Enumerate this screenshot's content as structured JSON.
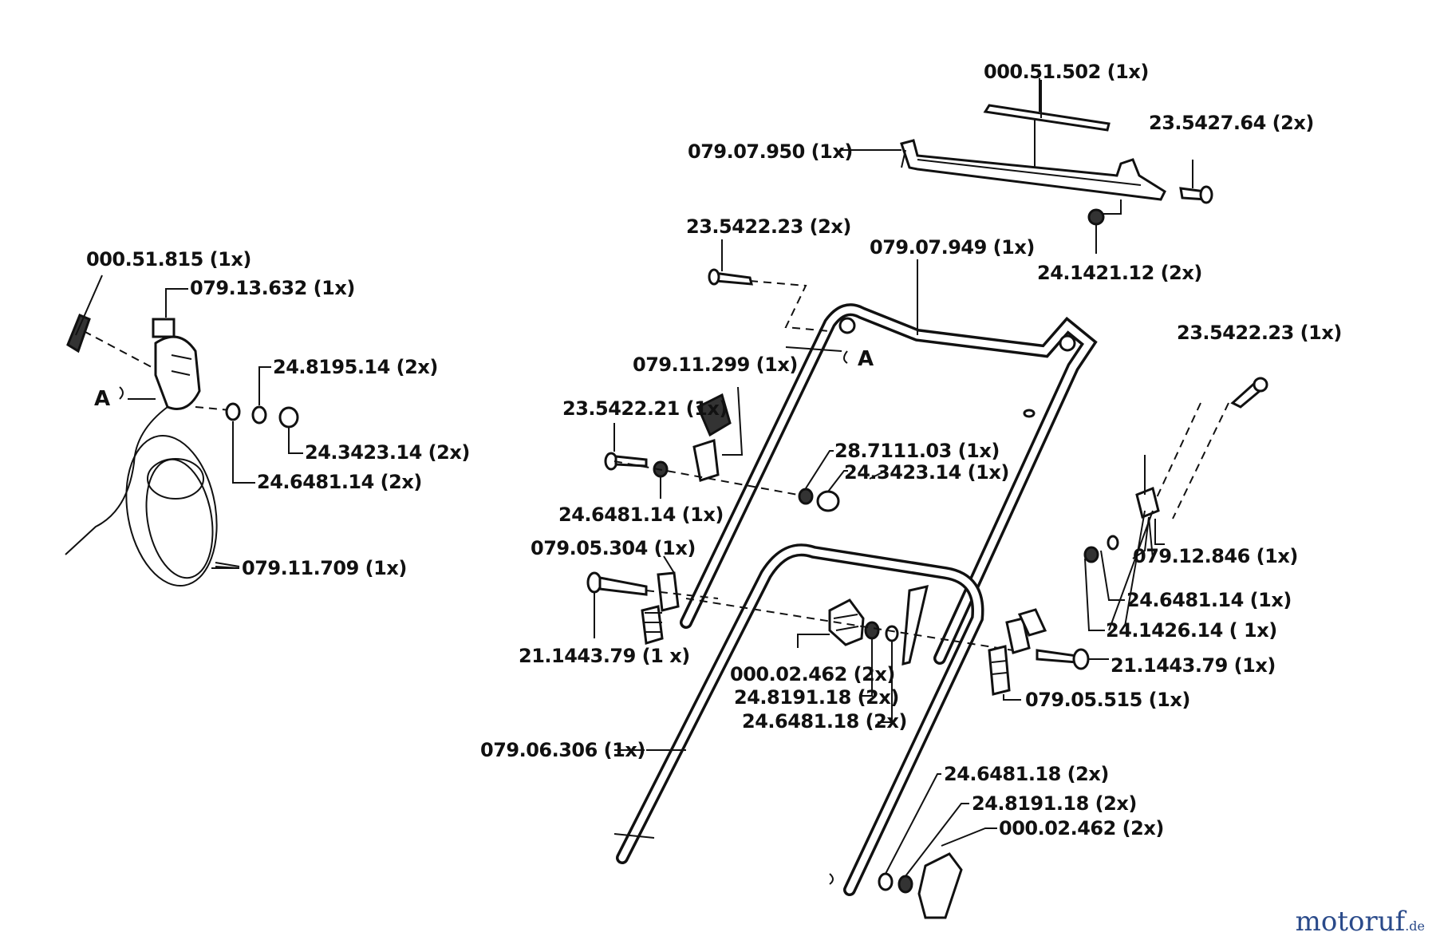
{
  "labels": {
    "l01": "000.51.502 (1x)",
    "l02": "23.5427.64 (2x)",
    "l03": "079.07.950 (1x)",
    "l04": "24.1421.12 (2x)",
    "l05": "23.5422.23  (2x)",
    "l06": "079.07.949 (1x)",
    "l07": "000.51.815 (1x)",
    "l08": "079.13.632 (1x)",
    "l09": "24.8195.14 (2x)",
    "l10": "24.3423.14 (2x)",
    "l11": "24.6481.14 (2x)",
    "l12": "079.11.709 (1x)",
    "l13": "23.5422.23 (1x)",
    "l14": "079.11.299 (1x)",
    "l15": "23.5422.21 (1x)",
    "l16": "28.7111.03 (1x)",
    "l17": "24.3423.14 (1x)",
    "l18": "24.6481.14 (1x)",
    "l19": "079.05.304 (1x)",
    "l20": "079.12.846 (1x)",
    "l21": "24.6481.14 (1x)",
    "l22": "24.1426.14 ( 1x)",
    "l23": "21.1443.79 (1 x)",
    "l24": "000.02.462 (2x)",
    "l25": "21.1443.79 (1x)",
    "l26": "24.8191.18 (2x)",
    "l27": "079.05.515 (1x)",
    "l28": "24.6481.18 (2x)",
    "l29": "079.06.306 (1x)",
    "l30": "24.6481.18 (2x)",
    "l31": "24.8191.18 (2x)",
    "l32": "000.02.462  (2x)"
  },
  "markers": {
    "a_left": "A",
    "a_right": "A"
  },
  "watermark": {
    "name": "motoruf",
    "tld": ".de"
  }
}
